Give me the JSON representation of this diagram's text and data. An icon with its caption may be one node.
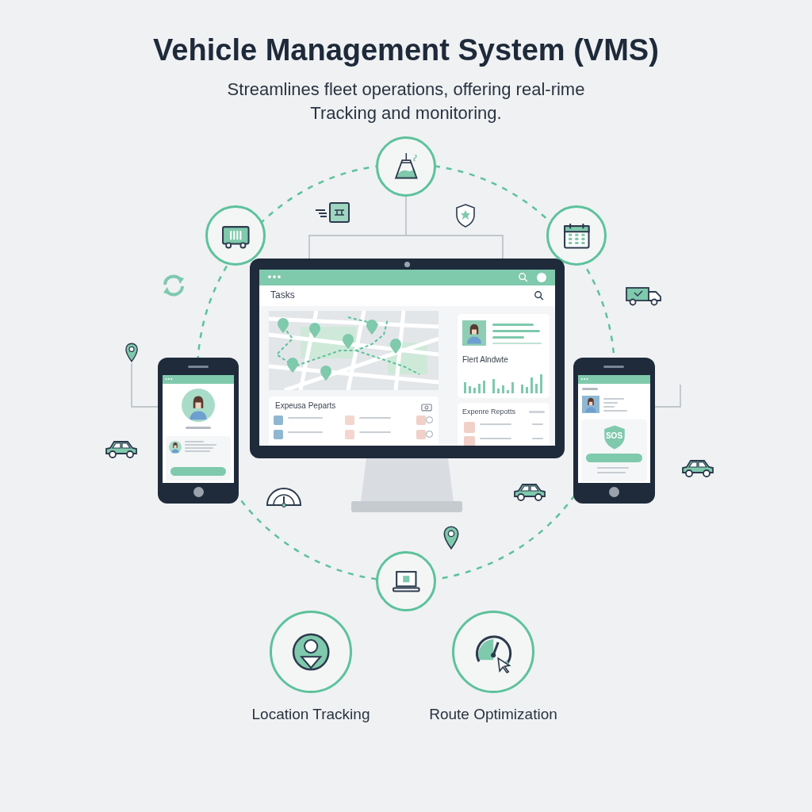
{
  "diagram": {
    "title": "Vehicle Management System (VMS)",
    "nodes": [
      {
        "text": [],
        "shape": "circle"
      },
      {
        "text": [],
        "shape": "circle"
      },
      {
        "text": [],
        "shape": "circle"
      },
      {
        "text": [
          "Tasks",
          "Flert Alndwte",
          "Expeusa Peparts",
          "Expenre Repotts"
        ]
      },
      {
        "text": [],
        "shape": "picture"
      },
      {
        "text": [
          "SOS"
        ]
      },
      {
        "text": [],
        "shape": "circle"
      },
      {
        "text": [
          "Location Tracking"
        ]
      },
      {
        "text": [
          "Route Optimization"
        ]
      },
      {
        "text": [],
        "shape": "picture"
      }
    ],
    "edges": [
      {
        "from": 0,
        "to": 3,
        "arrow": "none"
      },
      {
        "from": 4,
        "to": 9,
        "arrow": "none"
      },
      {
        "from": 5,
        "to": null,
        "arrow": "none"
      }
    ],
    "labels": [
      "Streamlines fleet operations, offering real-rime Tracking and monitoring."
    ]
  }
}
